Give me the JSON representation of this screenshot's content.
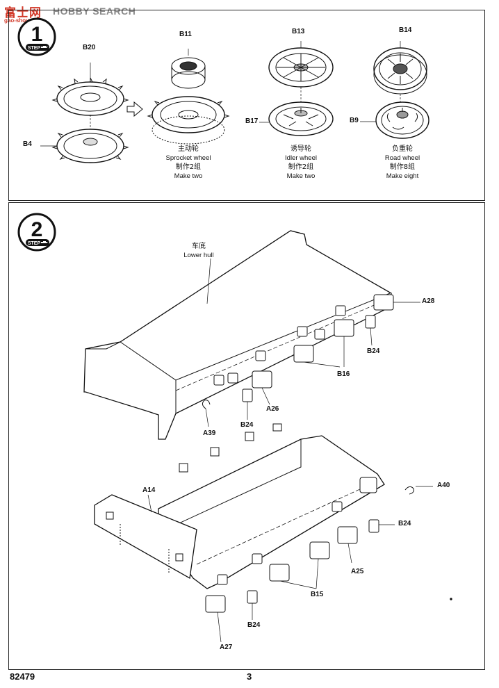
{
  "watermark": {
    "cn": "富士网",
    "en": "HOBBY SEARCH",
    "url": "gao-shou.com"
  },
  "step1": {
    "number": "1",
    "badge": "STEP",
    "parts": [
      "B20",
      "B4",
      "B11",
      "B13",
      "B17",
      "B14",
      "B9"
    ],
    "captions": [
      {
        "cn": "主动轮",
        "en": "Sprocket wheel",
        "cn2": "制作2组",
        "en2": "Make two"
      },
      {
        "cn": "诱导轮",
        "en": "Idler wheel",
        "cn2": "制作2组",
        "en2": "Make two"
      },
      {
        "cn": "负重轮",
        "en": "Road wheel",
        "cn2": "制作8组",
        "en2": "Make eight"
      }
    ]
  },
  "step2": {
    "number": "2",
    "badge": "STEP",
    "hull_cn": "车底",
    "hull_en": "Lower hull",
    "upper_parts": [
      "A28",
      "B24",
      "B16",
      "A26",
      "B24",
      "A39"
    ],
    "lower_parts": [
      "A14",
      "A40",
      "B24",
      "A25",
      "B15",
      "B24",
      "A27"
    ]
  },
  "footer": {
    "code": "82479",
    "page": "3"
  }
}
